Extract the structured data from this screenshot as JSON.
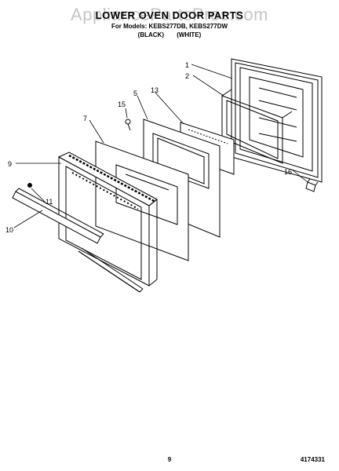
{
  "header": {
    "title": "LOWER OVEN DOOR PARTS",
    "models": "For Models: KEBS277DB, KEBS277DW",
    "finishes": "(BLACK)   (WHITE)"
  },
  "watermark": "AppliancePartsPros.com",
  "callouts": [
    "1",
    "2",
    "5",
    "7",
    "9",
    "10",
    "11",
    "13",
    "15",
    "16"
  ],
  "footer": {
    "page_number": "9",
    "part_code": "4174331"
  }
}
